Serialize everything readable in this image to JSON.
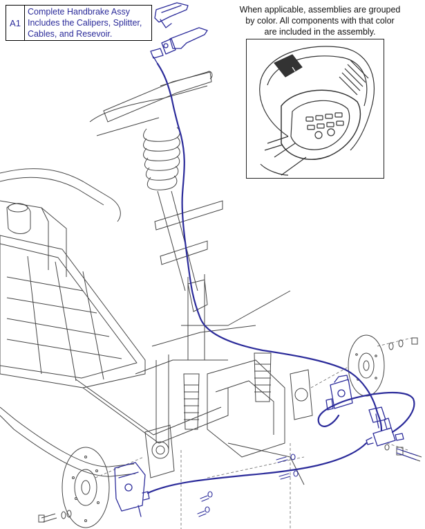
{
  "legend": {
    "id": "A1",
    "lines": [
      "Complete Handbrake Assy",
      "Includes the Calipers, Splitter,",
      "Cables, and Resevoir."
    ]
  },
  "note": {
    "lines": [
      "When applicable, assemblies are grouped",
      "by color.  All components with that color",
      "are included in the assembly."
    ]
  },
  "colors": {
    "assembly": "#2b2b9a",
    "linework": "#333333",
    "background": "#ffffff"
  }
}
